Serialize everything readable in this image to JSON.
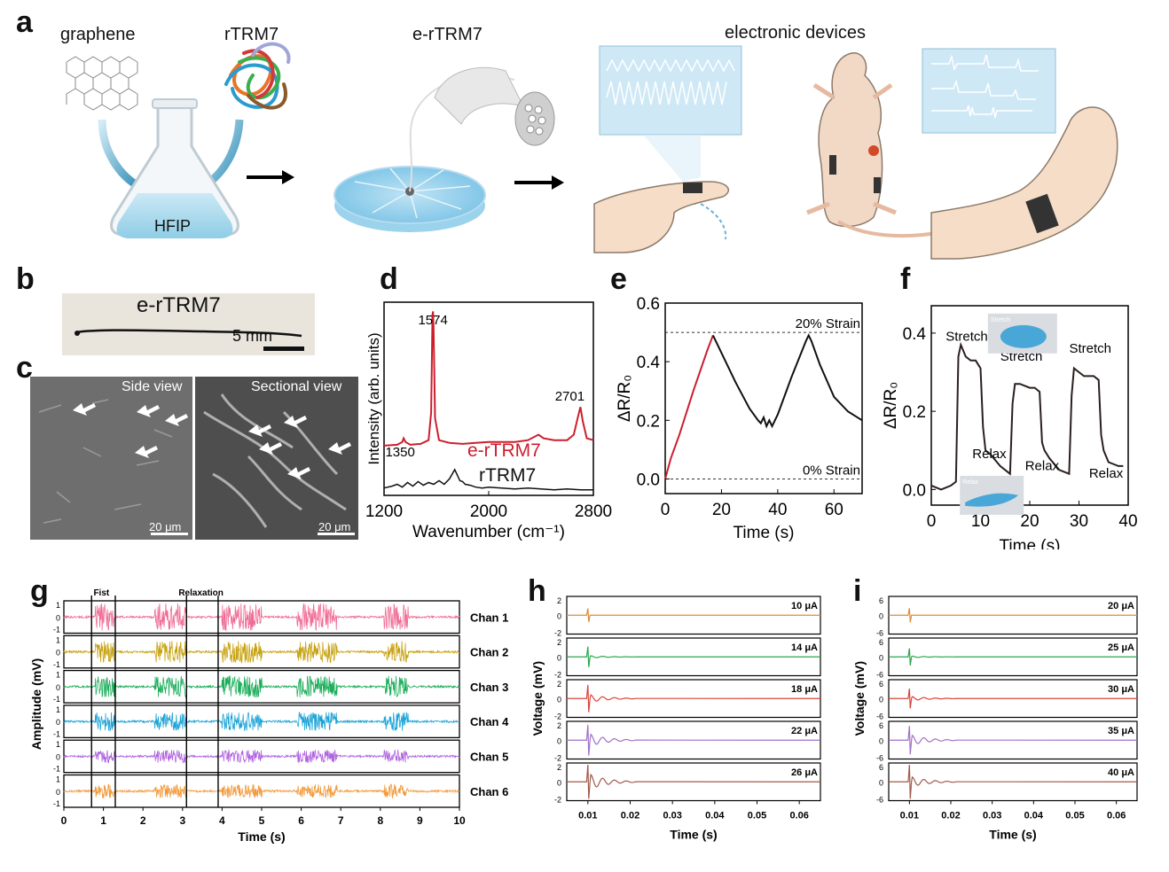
{
  "panel_letters": {
    "a": "a",
    "b": "b",
    "c": "c",
    "d": "d",
    "e": "e",
    "f": "f",
    "g": "g",
    "h": "h",
    "i": "i"
  },
  "panel_a": {
    "graphene": "graphene",
    "rtrm7": "rTRM7",
    "ertrm7": "e-rTRM7",
    "electronic_devices": "electronic devices",
    "hfip": "HFIP"
  },
  "panel_b": {
    "title": "e-rTRM7",
    "scale": "5 mm"
  },
  "panel_c": {
    "side_view": "Side view",
    "sectional_view": "Sectional view",
    "scale": "20 μm"
  },
  "chart_data": [
    {
      "panel": "d",
      "type": "line",
      "xlabel": "Wavenumber (cm⁻¹)",
      "ylabel": "Intensity (arb. units)",
      "xlim": [
        1200,
        2800
      ],
      "xticks": [
        "1200",
        "2000",
        "2800"
      ],
      "annotations": [
        "1574",
        "1350",
        "2701"
      ],
      "series": [
        {
          "name": "e-rTRM7",
          "color": "#cc1f2d",
          "x": [
            1200,
            1300,
            1340,
            1350,
            1365,
            1400,
            1480,
            1540,
            1560,
            1570,
            1574,
            1578,
            1590,
            1620,
            1700,
            1800,
            1900,
            2000,
            2100,
            2200,
            2300,
            2380,
            2420,
            2500,
            2600,
            2650,
            2680,
            2701,
            2720,
            2750,
            2800
          ],
          "y": [
            0.27,
            0.275,
            0.29,
            0.31,
            0.29,
            0.275,
            0.28,
            0.3,
            0.45,
            0.98,
            1.0,
            0.92,
            0.42,
            0.3,
            0.285,
            0.28,
            0.285,
            0.29,
            0.29,
            0.29,
            0.3,
            0.33,
            0.31,
            0.3,
            0.3,
            0.33,
            0.42,
            0.48,
            0.4,
            0.31,
            0.3
          ]
        },
        {
          "name": "rTRM7",
          "color": "#111111",
          "x": [
            1200,
            1260,
            1300,
            1340,
            1380,
            1420,
            1460,
            1500,
            1540,
            1580,
            1620,
            1660,
            1700,
            1740,
            1780,
            1800,
            1820,
            1860,
            1900,
            1950,
            2000,
            2100,
            2200,
            2300,
            2400,
            2500,
            2600,
            2700,
            2800
          ],
          "y": [
            0.04,
            0.05,
            0.06,
            0.045,
            0.07,
            0.05,
            0.075,
            0.055,
            0.07,
            0.06,
            0.08,
            0.06,
            0.09,
            0.14,
            0.08,
            0.075,
            0.06,
            0.055,
            0.045,
            0.04,
            0.045,
            0.04,
            0.035,
            0.04,
            0.035,
            0.03,
            0.035,
            0.03,
            0.03
          ]
        }
      ]
    },
    {
      "panel": "e",
      "type": "line",
      "xlabel": "Time (s)",
      "ylabel": "ΔR/R₀",
      "xlim": [
        0,
        70
      ],
      "ylim": [
        -0.05,
        0.6
      ],
      "xticks": [
        "0",
        "20",
        "40",
        "60"
      ],
      "yticks": [
        "0.0",
        "0.2",
        "0.4",
        "0.6"
      ],
      "reference_lines": [
        {
          "y": 0.5,
          "label": "20% Strain"
        },
        {
          "y": 0.0,
          "label": "0% Strain"
        }
      ],
      "series": [
        {
          "name": "loading",
          "color": "#cc1f2d",
          "x": [
            0,
            2,
            5,
            10,
            15,
            17
          ],
          "y": [
            0,
            0.07,
            0.15,
            0.3,
            0.44,
            0.49
          ]
        },
        {
          "name": "cycle",
          "color": "#111111",
          "x": [
            17,
            20,
            25,
            30,
            33,
            34,
            35,
            36,
            37,
            38,
            40,
            45,
            50,
            51,
            52,
            55,
            60,
            65,
            70
          ],
          "y": [
            0.49,
            0.43,
            0.33,
            0.24,
            0.2,
            0.19,
            0.21,
            0.18,
            0.2,
            0.18,
            0.22,
            0.35,
            0.47,
            0.49,
            0.47,
            0.39,
            0.28,
            0.23,
            0.2
          ]
        }
      ]
    },
    {
      "panel": "f",
      "type": "line",
      "xlabel": "Time (s)",
      "ylabel": "ΔR/R₀",
      "xlim": [
        0,
        40
      ],
      "ylim": [
        -0.04,
        0.47
      ],
      "xticks": [
        "0",
        "10",
        "20",
        "30",
        "40"
      ],
      "yticks": [
        "0.0",
        "0.2",
        "0.4"
      ],
      "annotations": [
        "Stretch",
        "Stretch",
        "Stretch",
        "Relax",
        "Relax",
        "Relax"
      ],
      "inset_labels": [
        "Stretch",
        "Relax"
      ],
      "series": [
        {
          "name": "response",
          "color": "#2b1f1f",
          "x": [
            0,
            2,
            4,
            5,
            5.5,
            6,
            7,
            8,
            9,
            10,
            10.5,
            11,
            12,
            14,
            16,
            16.5,
            17,
            18,
            20,
            21,
            22,
            22.5,
            23,
            24,
            26,
            28,
            28.5,
            29,
            30,
            31,
            33,
            34,
            34.5,
            35,
            36,
            38,
            39
          ],
          "y": [
            0.01,
            0.0,
            0.01,
            0.02,
            0.34,
            0.37,
            0.34,
            0.33,
            0.33,
            0.31,
            0.16,
            0.1,
            0.09,
            0.06,
            0.04,
            0.22,
            0.27,
            0.27,
            0.26,
            0.26,
            0.25,
            0.12,
            0.1,
            0.08,
            0.05,
            0.04,
            0.24,
            0.31,
            0.3,
            0.29,
            0.29,
            0.28,
            0.14,
            0.1,
            0.07,
            0.06,
            0.06
          ]
        }
      ]
    },
    {
      "panel": "g",
      "type": "line",
      "xlabel": "Time (s)",
      "ylabel": "Amplitude (mV)",
      "xlim": [
        0,
        10
      ],
      "xticks": [
        "0",
        "1",
        "2",
        "3",
        "4",
        "5",
        "6",
        "7",
        "8",
        "9",
        "10"
      ],
      "channel_yticks": [
        "1",
        "0",
        "-1"
      ],
      "annotations": [
        "Fist",
        "Relaxation"
      ],
      "markers_x": [
        0.7,
        1.3,
        3.1,
        3.9
      ],
      "burst_windows": [
        [
          0.8,
          1.3
        ],
        [
          2.3,
          3.1
        ],
        [
          4.0,
          5.0
        ],
        [
          5.9,
          6.9
        ],
        [
          8.1,
          8.7
        ]
      ],
      "series": [
        {
          "name": "Chan 1",
          "color": "#f06c96",
          "burst_amp": 1.0
        },
        {
          "name": "Chan 2",
          "color": "#c7a211",
          "burst_amp": 0.8
        },
        {
          "name": "Chan 3",
          "color": "#1fae5c",
          "burst_amp": 0.8
        },
        {
          "name": "Chan 4",
          "color": "#1aa3d6",
          "burst_amp": 0.7
        },
        {
          "name": "Chan 5",
          "color": "#b065e0",
          "burst_amp": 0.5
        },
        {
          "name": "Chan 6",
          "color": "#f29a3c",
          "burst_amp": 0.5
        }
      ]
    },
    {
      "panel": "h",
      "type": "line",
      "xlabel": "Time (s)",
      "ylabel": "Voltage (mV)",
      "xlim": [
        0.005,
        0.065
      ],
      "xticks": [
        "0.01",
        "0.02",
        "0.03",
        "0.04",
        "0.05",
        "0.06"
      ],
      "channel_yticks": [
        "2",
        "0",
        "-2"
      ],
      "stimulus_time": 0.01,
      "series": [
        {
          "name": "10 μA",
          "color": "#e08a3a",
          "spike": 0.8,
          "ringing": 0.0
        },
        {
          "name": "14 μA",
          "color": "#2aa84a",
          "spike": 1.2,
          "ringing": 0.15
        },
        {
          "name": "18 μA",
          "color": "#d9453a",
          "spike": 1.6,
          "ringing": 0.5
        },
        {
          "name": "22 μA",
          "color": "#a070c8",
          "spike": 1.8,
          "ringing": 0.8
        },
        {
          "name": "26 μA",
          "color": "#a05a4a",
          "spike": 2.0,
          "ringing": 1.0
        }
      ]
    },
    {
      "panel": "i",
      "type": "line",
      "xlabel": "Time (s)",
      "ylabel": "Voltage (mV)",
      "xlim": [
        0.005,
        0.065
      ],
      "xticks": [
        "0.01",
        "0.02",
        "0.03",
        "0.04",
        "0.05",
        "0.06"
      ],
      "channel_yticks": [
        "6",
        "0",
        "-6"
      ],
      "stimulus_time": 0.01,
      "series": [
        {
          "name": "20 μA",
          "color": "#e08a3a",
          "spike": 2.5,
          "ringing": 0.0
        },
        {
          "name": "25 μA",
          "color": "#2aa84a",
          "spike": 3.0,
          "ringing": 0.3
        },
        {
          "name": "30 μA",
          "color": "#d9453a",
          "spike": 3.5,
          "ringing": 0.8
        },
        {
          "name": "35 μA",
          "color": "#a070c8",
          "spike": 5.0,
          "ringing": 2.0
        },
        {
          "name": "40 μA",
          "color": "#a05a4a",
          "spike": 6.0,
          "ringing": 2.0
        }
      ]
    }
  ]
}
